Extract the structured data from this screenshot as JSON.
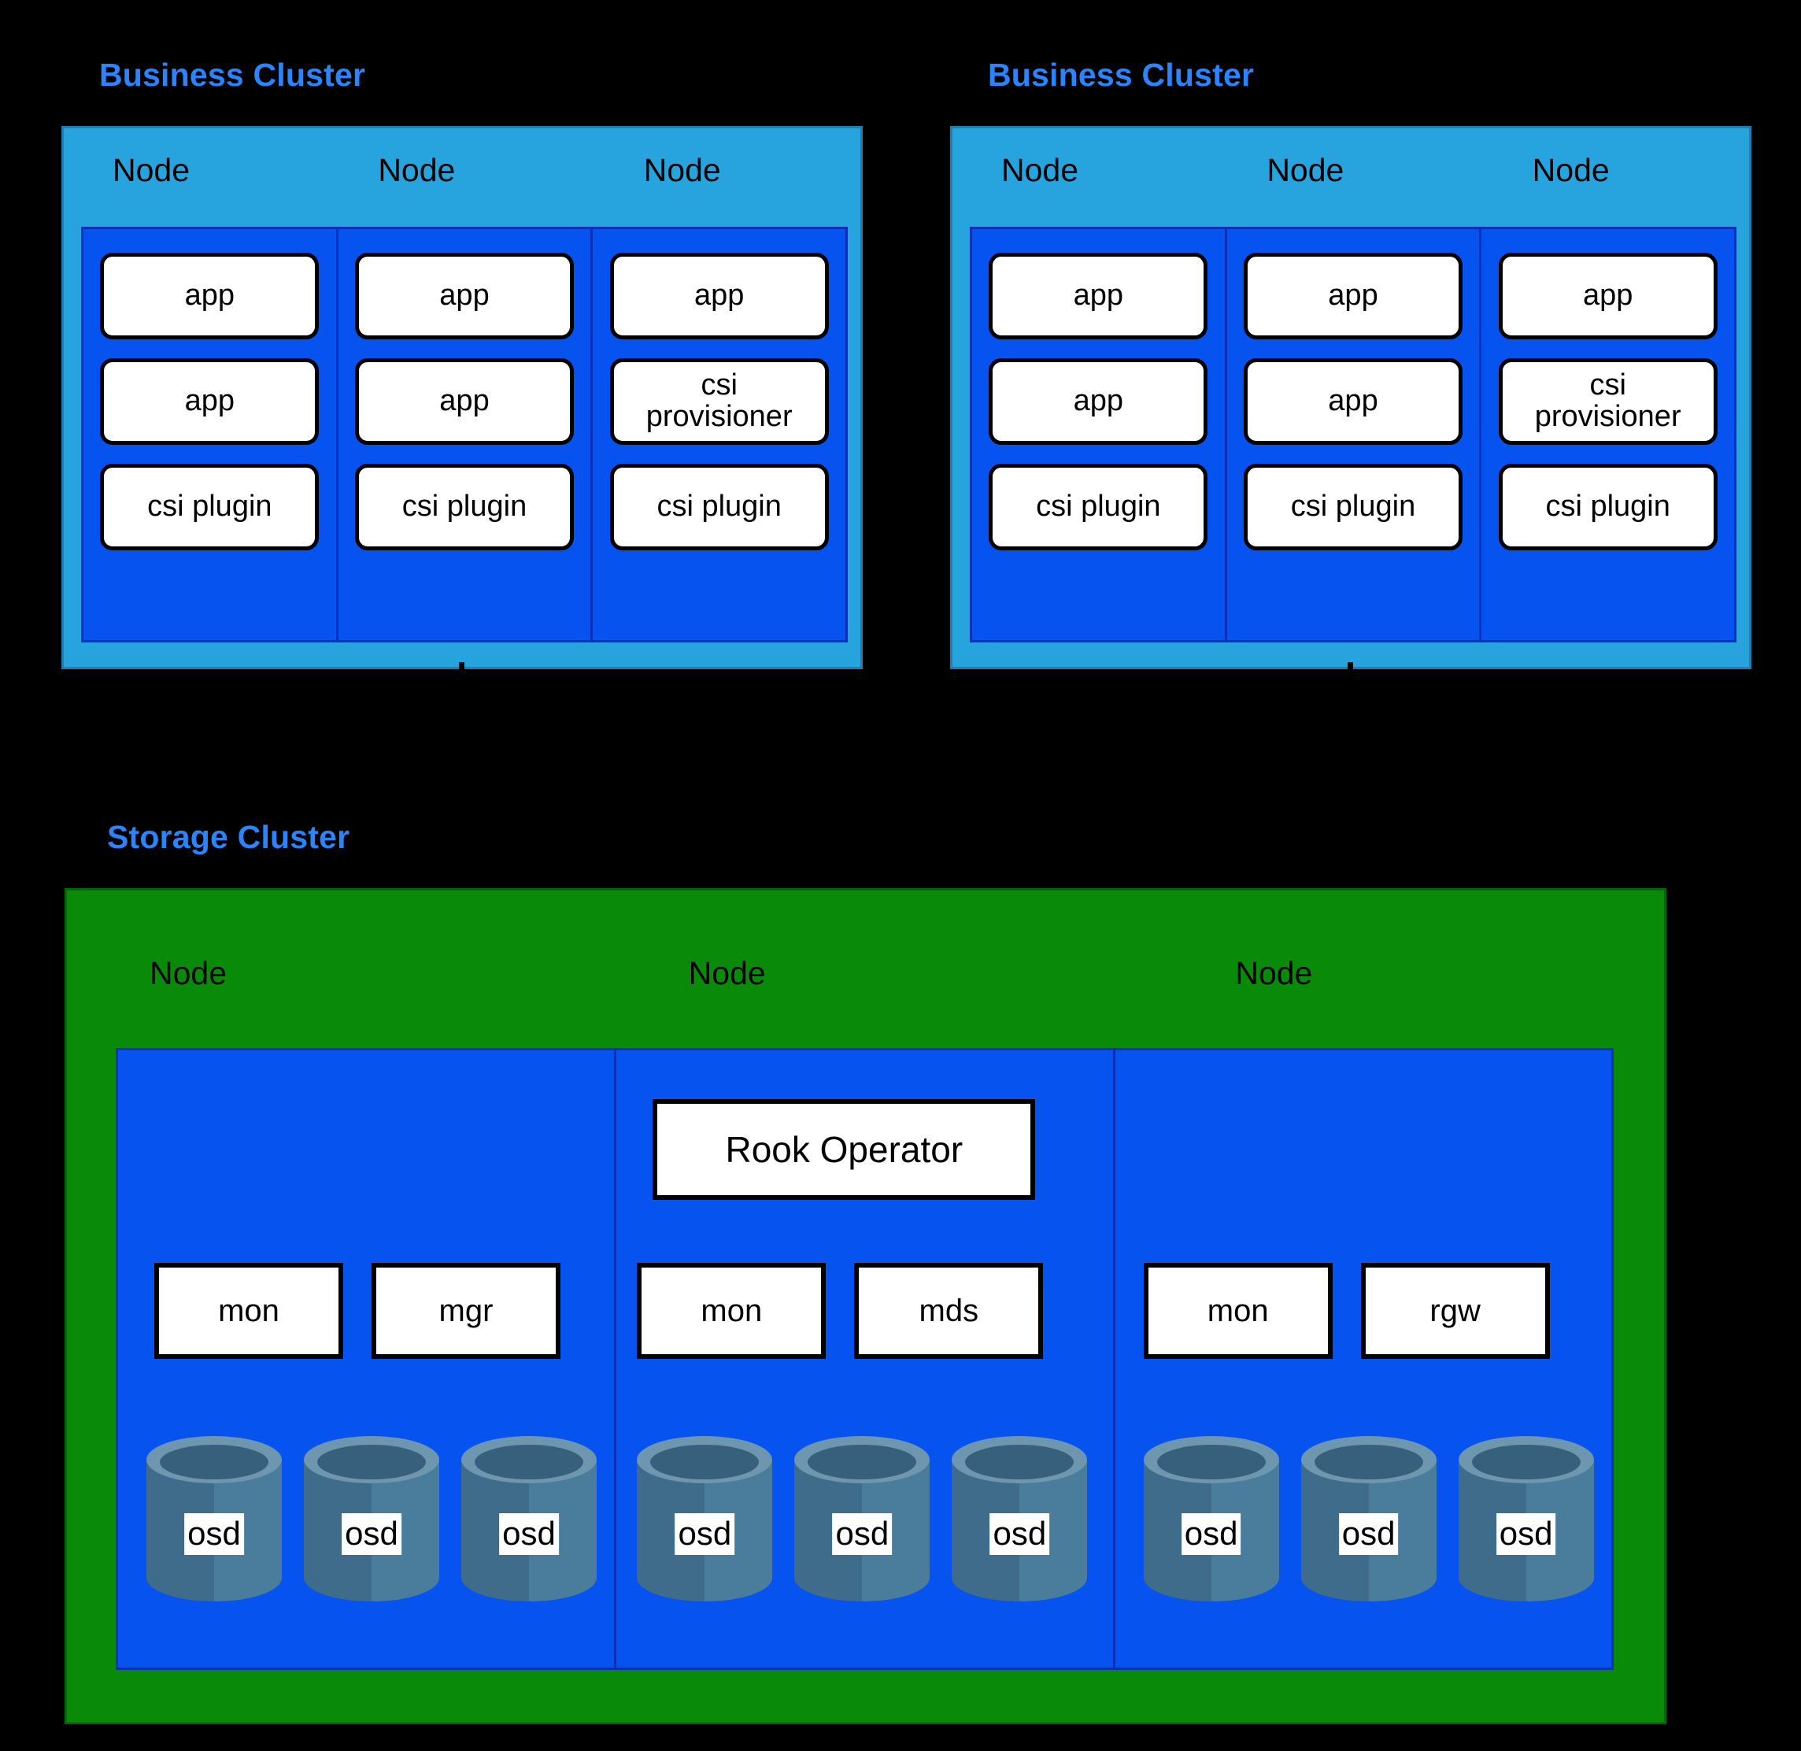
{
  "page": {
    "background": "#000000",
    "title_color": "#2b84fb",
    "business_cluster_fill": "#27a3dd",
    "node_fill": "#0653ef",
    "node_group_fill": "#0a36d0",
    "storage_cluster_fill": "#098a09",
    "pod_fill": "#ffffff",
    "osd_body_color": "#3f6c8a",
    "osd_highlight_color": "#4a7c9c",
    "osd_rim_color": "#6e96ae",
    "osd_inner_color": "#37607c"
  },
  "business_clusters": [
    {
      "title": "Business Cluster",
      "nodes": [
        {
          "label": "Node",
          "pods": [
            {
              "lines": [
                "app"
              ]
            },
            {
              "lines": [
                "app"
              ]
            },
            {
              "lines": [
                "csi plugin"
              ]
            }
          ]
        },
        {
          "label": "Node",
          "pods": [
            {
              "lines": [
                "app"
              ]
            },
            {
              "lines": [
                "app"
              ]
            },
            {
              "lines": [
                "csi plugin"
              ]
            }
          ]
        },
        {
          "label": "Node",
          "pods": [
            {
              "lines": [
                "app"
              ]
            },
            {
              "lines": [
                "csi",
                "provisioner"
              ]
            },
            {
              "lines": [
                "csi plugin"
              ]
            }
          ]
        }
      ]
    },
    {
      "title": "Business Cluster",
      "nodes": [
        {
          "label": "Node",
          "pods": [
            {
              "lines": [
                "app"
              ]
            },
            {
              "lines": [
                "app"
              ]
            },
            {
              "lines": [
                "csi plugin"
              ]
            }
          ]
        },
        {
          "label": "Node",
          "pods": [
            {
              "lines": [
                "app"
              ]
            },
            {
              "lines": [
                "app"
              ]
            },
            {
              "lines": [
                "csi plugin"
              ]
            }
          ]
        },
        {
          "label": "Node",
          "pods": [
            {
              "lines": [
                "app"
              ]
            },
            {
              "lines": [
                "csi",
                "provisioner"
              ]
            },
            {
              "lines": [
                "csi plugin"
              ]
            }
          ]
        }
      ]
    }
  ],
  "storage_cluster": {
    "title": "Storage Cluster",
    "nodes": [
      {
        "label": "Node",
        "operator": null,
        "daemons": [
          "mon",
          "mgr"
        ],
        "osds": [
          "osd",
          "osd",
          "osd"
        ]
      },
      {
        "label": "Node",
        "operator": "Rook Operator",
        "daemons": [
          "mon",
          "mds"
        ],
        "osds": [
          "osd",
          "osd",
          "osd"
        ]
      },
      {
        "label": "Node",
        "operator": null,
        "daemons": [
          "mon",
          "rgw"
        ],
        "osds": [
          "osd",
          "osd",
          "osd"
        ]
      }
    ]
  }
}
